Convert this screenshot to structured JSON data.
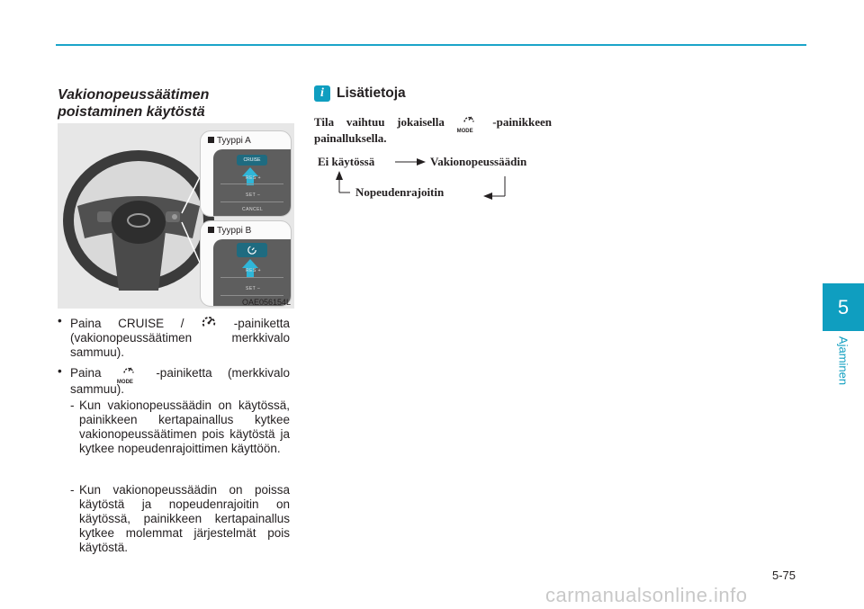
{
  "chapter": {
    "number": "5",
    "name": "Ajaminen"
  },
  "section_title": "Vakionopeussäätimen poistaminen käytöstä",
  "figure": {
    "code": "OAE056154L",
    "inset_a": {
      "label": "Tyyppi A",
      "button_top": "CRUISE",
      "button_mid": "RES +",
      "button_bottom": "SET –",
      "button_cancel": "CANCEL"
    },
    "inset_b": {
      "label": "Tyyppi B",
      "button_mid": "RES +",
      "button_bottom": "SET –"
    }
  },
  "bullets": [
    {
      "before_icon": "Paina CRUISE / ",
      "after_icon": " -painiketta (vakionopeussäätimen merkkivalo sammuu).",
      "icon": "cruise-icon"
    },
    {
      "before_icon": "Paina ",
      "after_icon": " -painiketta (merkkivalo sammuu).",
      "icon": "mode-icon"
    }
  ],
  "sub_items": [
    "Kun vakionopeussäädin on käy­tössä, painikkeen kertapainallus kytkee vakionopeussäätimen pois käytöstä ja kytkee nopeu­denrajoittimen käyttöön.",
    "Kun vakionopeussäädin on pois­sa käytöstä ja nopeudenrajoitin on käytössä, painikkeen kertapai­nallus kytkee molemmat järjestel­mät pois käytöstä."
  ],
  "info": {
    "title": "Lisätietoja",
    "text_before_icon": "Tila vaihtuu jokaisella ",
    "text_after_icon": " -painik­keen painalluksella.",
    "icon_caption": "MODE",
    "diagram": {
      "state_off": "Ei käytössä",
      "state_cruise": "Vakionopeussäädin",
      "state_limiter": "Nopeudenrajoitin"
    }
  },
  "page_number": "5-75",
  "watermark": "carmanualsonline.info",
  "colors": {
    "accent": "#0f9ec0",
    "text": "#231f20"
  }
}
